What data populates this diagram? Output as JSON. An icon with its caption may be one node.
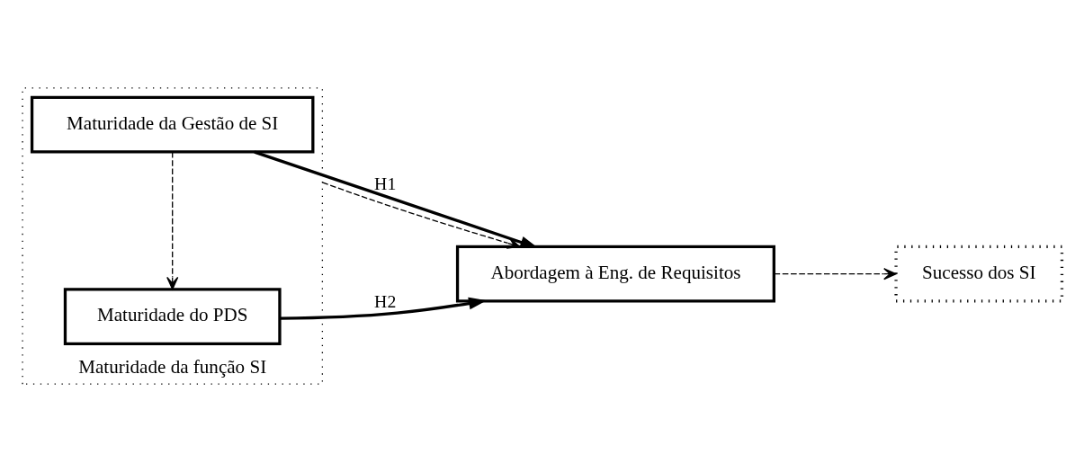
{
  "diagram": {
    "nodes": [
      {
        "text": [
          "Maturidade da função SI"
        ]
      },
      {
        "text": [
          "Maturidade da Gestão de SI"
        ],
        "in": 0
      },
      {
        "text": [
          "Maturidade do PDS"
        ],
        "in": 0
      },
      {
        "text": [
          "Abordagem à Eng. de Requisitos"
        ]
      },
      {
        "text": [
          "Sucesso dos SI"
        ]
      }
    ],
    "edges": [
      {
        "from": 1,
        "to": 2,
        "arrow": "to",
        "style": "dashed"
      },
      {
        "from": 1,
        "to": 3,
        "arrow": "to",
        "label": "H1",
        "style": "thick"
      },
      {
        "from": 2,
        "to": 3,
        "arrow": "to",
        "label": "H2",
        "style": "thick"
      },
      {
        "from": 0,
        "to": 3,
        "arrow": "to",
        "style": "dashed"
      },
      {
        "from": 3,
        "to": 4,
        "arrow": "to",
        "style": "dashed"
      }
    ]
  }
}
